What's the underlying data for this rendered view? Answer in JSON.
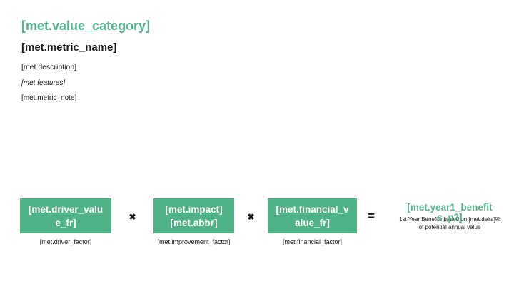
{
  "slide": {
    "value_category": "[met.value_category]",
    "metric_name": "[met.metric_name]",
    "description": "[met.description]",
    "features": "[met.features]",
    "metric_note": "[met.metric_note]"
  },
  "formula": {
    "multiply_symbol": "✖",
    "equals_symbol": "=",
    "driver": {
      "value": "[met.driver_value_fr]",
      "label": "[met.driver_factor]"
    },
    "impact": {
      "value_line1": "[met.impact]",
      "value_line2": "[met.abbr]",
      "label": "[met.improvement_factor]"
    },
    "financial": {
      "value": "[met.financial_value_fr]",
      "label": "[met.financial_factor]"
    },
    "result": {
      "value": "[met.year1_benefits_p2]",
      "note": "1st Year Benefits based on [met.delta]% of potential annual value"
    }
  },
  "colors": {
    "accent_green": "#55b48c",
    "box_green": "#50b287",
    "text_dark": "#1b1b1b",
    "background": "#ffffff"
  }
}
